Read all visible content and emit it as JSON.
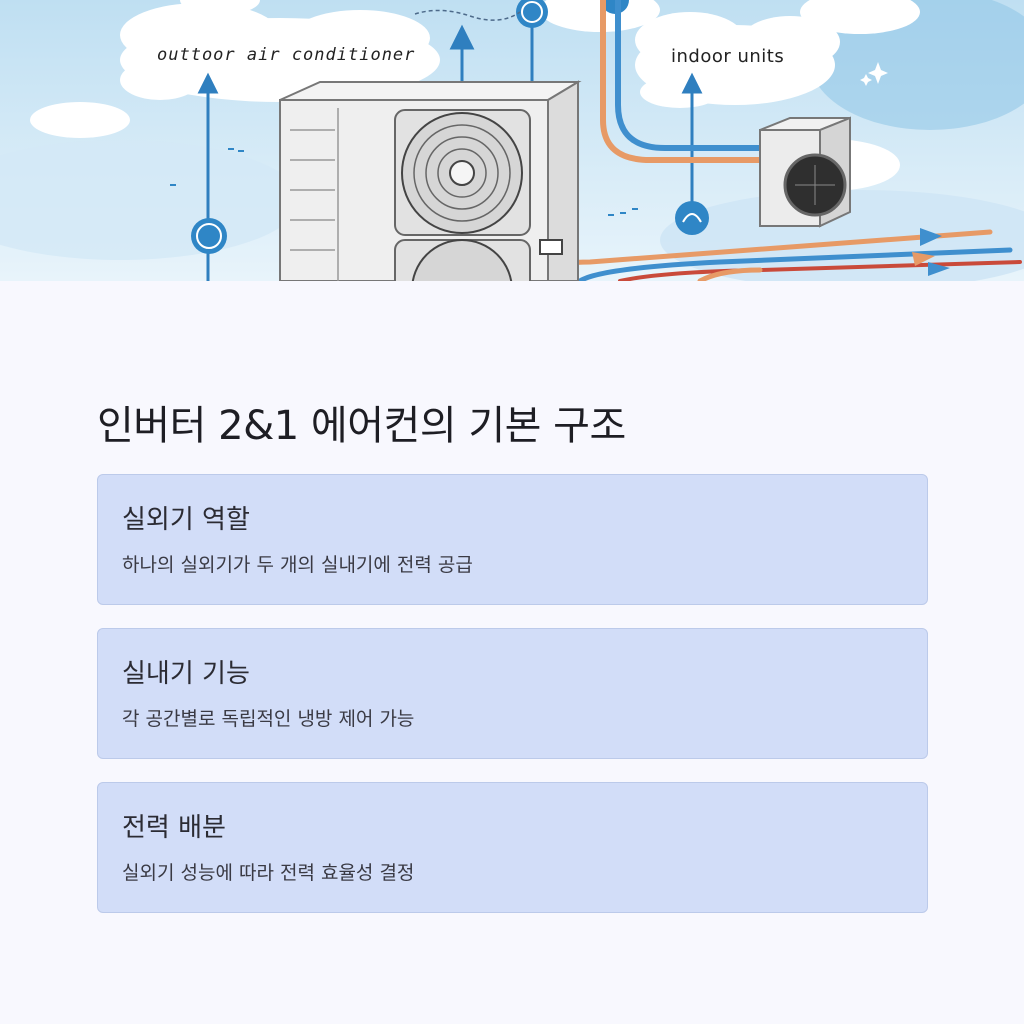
{
  "hero": {
    "label_outdoor": "outtoor air conditioner",
    "label_indoor": "indoor units"
  },
  "page_title": "인버터 2&1 에어컨의 기본 구조",
  "cards": [
    {
      "title": "실외기 역할",
      "description": "하나의 실외기가 두 개의 실내기에 전력 공급"
    },
    {
      "title": "실내기 기능",
      "description": "각 공간별로 독립적인 냉방 제어 가능"
    },
    {
      "title": "전력 배분",
      "description": "실외기 성능에 따라 전력 효율성 결정"
    }
  ],
  "colors": {
    "card_background": "#d2ddf8",
    "card_border": "#bccaea",
    "page_background": "#f8f8fe",
    "sky_blue": "#a9d3ec",
    "pipe_orange": "#e79a66",
    "pipe_red": "#c94a3a",
    "pipe_blue": "#3f8fce"
  }
}
